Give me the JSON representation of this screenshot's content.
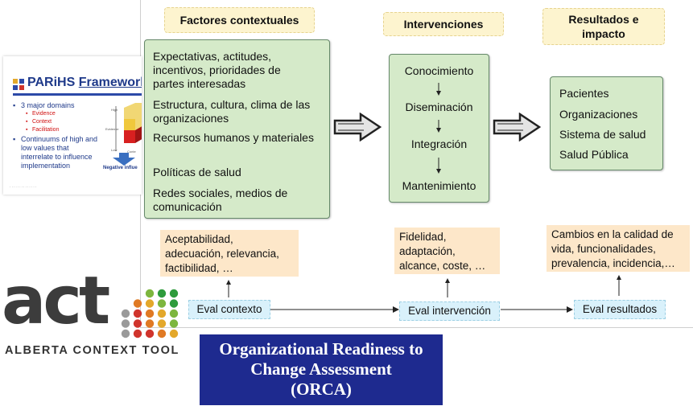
{
  "headers": {
    "contextual": "Factores contextuales",
    "interventions": "Intervenciones",
    "results_line1": "Resultados e",
    "results_line2": "impacto"
  },
  "contextual_factors": [
    "Expectativas, actitudes, incentivos, prioridades de partes interesadas",
    "Estructura, cultura, clima de las organizaciones",
    "Recursos humanos y materiales",
    "Políticas de salud",
    "Redes sociales, medios de comunicación"
  ],
  "intervention_steps": [
    "Conocimiento",
    "Diseminación",
    "Integración",
    "Mantenimiento"
  ],
  "results": [
    "Pacientes",
    "Organizaciones",
    "Sistema de salud",
    "Salud Pública"
  ],
  "notes": {
    "context": "Aceptabilidad, adecuación, relevancia, factibilidad, …",
    "intervention": "Fidelidad, adaptación, alcance, coste, …",
    "results": "Cambios en la calidad de vida, funcionalidades, prevalencia, incidencia,…"
  },
  "evals": {
    "context": "Eval contexto",
    "intervention": "Eval intervención",
    "results": "Eval resultados"
  },
  "parihs": {
    "title_prefix": "PARiHS",
    "title_suffix": "Framework",
    "bullet1": "3 major domains",
    "domains": [
      "Evidence",
      "Context",
      "Facilitation"
    ],
    "bullet2": "Continuums of high and low values that interrelate to influence implementation",
    "cube_labels": [
      "High",
      "Evidence",
      "Low",
      "Conte"
    ],
    "negative": "Negative influe"
  },
  "act_logo": {
    "wordmark": "act",
    "subtitle": "ALBERTA CONTEXT TOOL",
    "dot_colors": [
      "#2e9b3c",
      "#7db63e",
      "#e3a82b",
      "#e07a24",
      "#d0342c",
      "#9a9a9a"
    ]
  },
  "orca": {
    "line1": "Organizational Readiness to",
    "line2": "Change Assessment",
    "line3": "(ORCA)"
  },
  "colors": {
    "green_box": "#d5eac9",
    "header_fill": "#fdf4cf",
    "note_fill": "#fde7c9",
    "eval_fill": "#d9f1fb",
    "orca_blue": "#1e2a8f"
  }
}
